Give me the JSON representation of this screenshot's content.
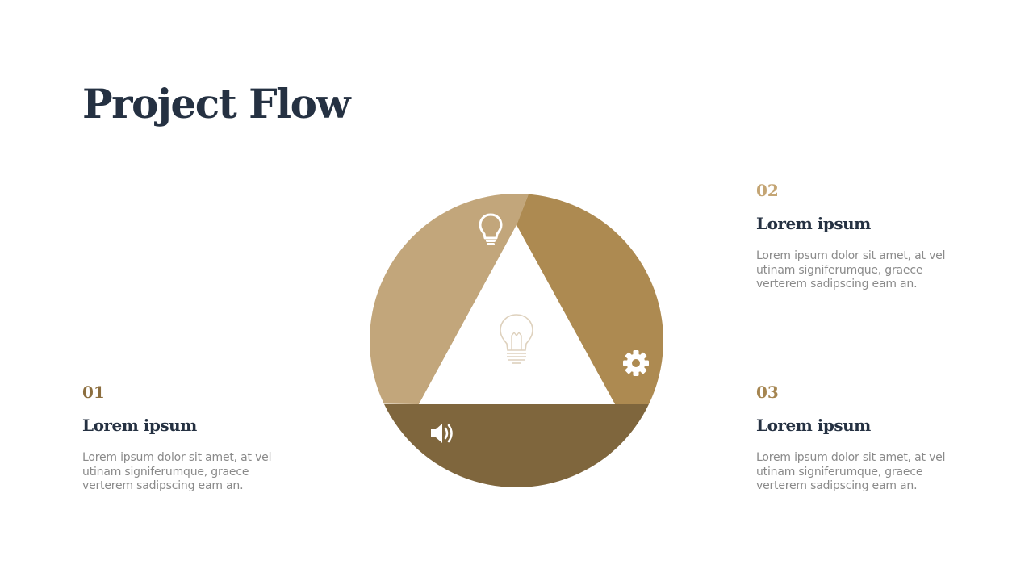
{
  "slide": {
    "title": "Project Flow"
  },
  "steps": [
    {
      "number": "01",
      "heading": "Lorem ipsum",
      "body": "Lorem ipsum dolor sit amet, at vel utinam signiferumque, graece verterem sadipscing eam an."
    },
    {
      "number": "02",
      "heading": "Lorem ipsum",
      "body": "Lorem ipsum dolor sit amet, at vel utinam signiferumque, graece verterem sadipscing eam an."
    },
    {
      "number": "03",
      "heading": "Lorem ipsum",
      "body": "Lorem ipsum dolor sit amet, at vel utinam signiferumque, graece verterem sadipscing eam an."
    }
  ],
  "diagram": {
    "segments": [
      {
        "icon": "lightbulb-icon",
        "color": "#c2a67b"
      },
      {
        "icon": "gear-icon",
        "color": "#ad8a51"
      },
      {
        "icon": "speaker-icon",
        "color": "#7f663d"
      }
    ],
    "center_icon": "lightbulb-outline-icon",
    "center_icon_color": "#ded1bd"
  }
}
